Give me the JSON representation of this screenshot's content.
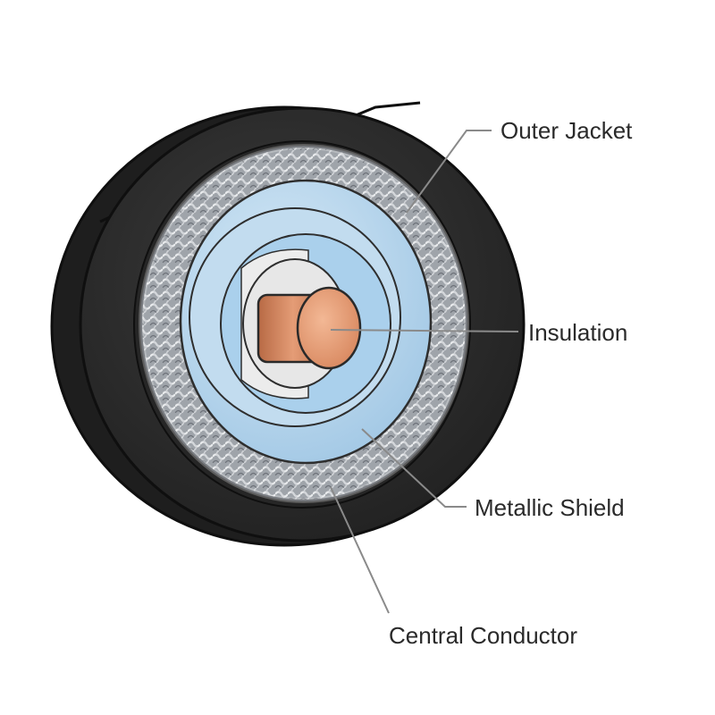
{
  "labels": {
    "outer_jacket": "Outer Jacket",
    "insulation": "Insulation",
    "metallic_shield": "Metallic Shield",
    "central_conductor": "Central Conductor"
  },
  "colors": {
    "jacket": "#2b2b2b",
    "jacket_edge": "#121212",
    "braid": "#a9adb2",
    "insulation": "#b9d8ee",
    "insulation_inner": "#cfe4f3",
    "dielectric": "#e4e4e4",
    "copper": "#d9875f",
    "leader_line": "#8a8a8a"
  },
  "icons": {
    "cable": "coaxial-cable-cross-section"
  }
}
